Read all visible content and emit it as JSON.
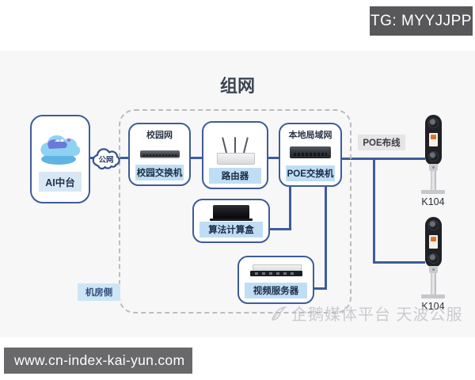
{
  "badge": {
    "label": "TG: MYYJJPP"
  },
  "diagram": {
    "title": "组网",
    "source_node": {
      "label": "AI中台"
    },
    "public_network": {
      "label": "公网"
    },
    "zone_label": "机房侧",
    "poe_cabling_label": "POE布线",
    "nodes": [
      {
        "id": "campus-switch",
        "network_label": "校园网",
        "label": "校园交换机"
      },
      {
        "id": "router",
        "label": "路由器"
      },
      {
        "id": "poe-switch",
        "network_label": "本地局域网",
        "label": "POE交换机"
      },
      {
        "id": "ai-compute-box",
        "label": "算法计算盒"
      },
      {
        "id": "video-server",
        "label": "视频服务器"
      }
    ],
    "endpoints": [
      {
        "label": "K104"
      },
      {
        "label": "K104"
      }
    ],
    "watermark": "企鹅媒体平台 天波公服"
  },
  "footer": {
    "url": "www.cn-index-kai-yun.com"
  },
  "colors": {
    "line_blue": "#3e5c9a",
    "node_border": "#3e5c9a",
    "label_bg_blue": "#bfdef5",
    "zone_label_bg": "#cde6f7",
    "poe_label_bg": "#e5e5e8",
    "badge_bg": "#58585b",
    "url_bar_bg": "#69696b",
    "stage_bg": "#f7f7f8",
    "title_color": "#3c4554"
  }
}
